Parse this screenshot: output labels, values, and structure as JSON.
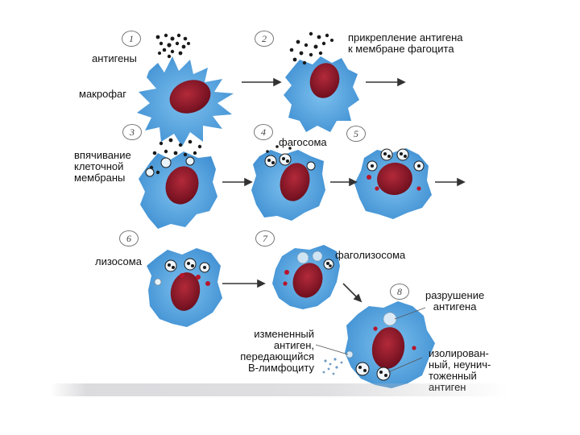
{
  "steps": [
    "1",
    "2",
    "3",
    "4",
    "5",
    "6",
    "7",
    "8"
  ],
  "labels": {
    "antigens": "антигены",
    "macrophage": "макрофаг",
    "attachment": "прикрепление антигена\nк мембране фагоцита",
    "invagination": "впячивание\nклеточной\nмембраны",
    "phagosome": "фагосома",
    "lysosome": "лизосома",
    "phagolysosome": "фаголизосома",
    "destruction": "разрушение\nантигена",
    "modified_antigen": "измененный\nантиген,\nпередающийся\nВ-лимфоциту",
    "isolated_antigen": "изолирован-\nный, неунич-\nтоженный\nантиген"
  },
  "colors": {
    "cytoplasm": "#4f9fdc",
    "cytoplasm_light": "#7cc0ee",
    "nucleus": "#9b1a2c",
    "nucleus_dark": "#6a0d1c",
    "antigen": "#1a1a1a",
    "arrow": "#333333",
    "lysosome": "#b8152a"
  }
}
